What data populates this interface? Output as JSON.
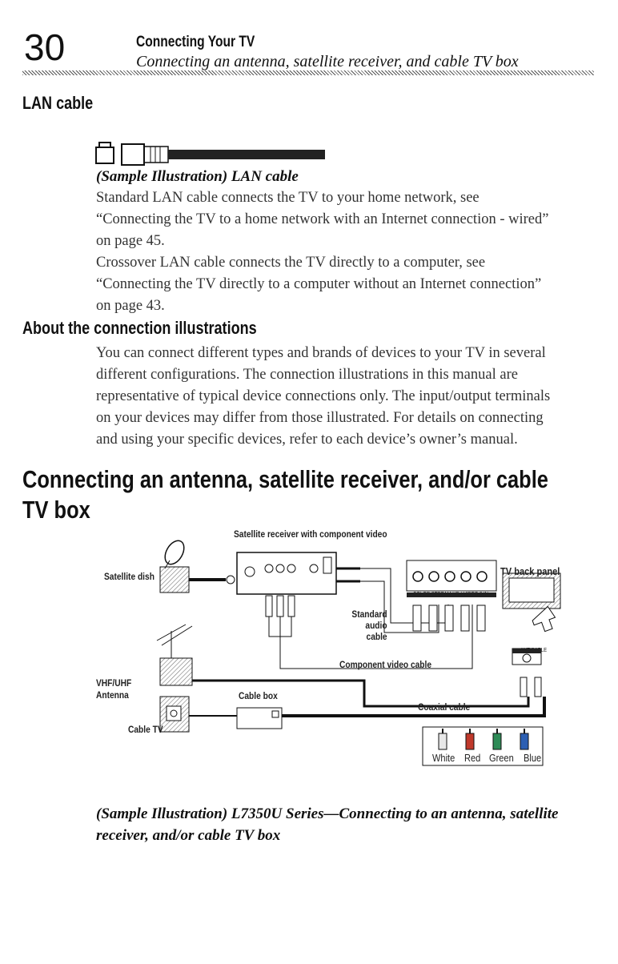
{
  "header": {
    "page_number": "30",
    "chapter_title": "Connecting Your TV",
    "section_subtitle": "Connecting an antenna, satellite receiver, and cable TV box"
  },
  "lan_section": {
    "heading": "LAN cable",
    "caption": "(Sample Illustration) LAN cable",
    "paragraph_1": "Standard LAN cable connects the TV to your home network, see “Connecting the TV to a home network with an Internet connection - wired” on page 45.",
    "paragraph_2": "Crossover LAN cable connects the TV directly to a computer, see “Connecting the TV directly to a computer without an Internet connection” on page 43."
  },
  "about_section": {
    "heading": "About the connection illustrations",
    "paragraph": "You can connect different types and brands of devices to your TV in several different configurations. The connection illustrations in this manual are representative of typical device connections only. The input/output terminals on your devices may differ from those illustrated. For details on connecting and using your specific devices, refer to each device’s owner’s manual."
  },
  "connect_section": {
    "heading": "Connecting an antenna, satellite receiver, and/or cable TV box"
  },
  "diagram": {
    "satellite_receiver_label": "Satellite receiver with component video",
    "satellite_dish_label": "Satellite dish",
    "tv_back_panel_label": "TV back panel",
    "standard_audio_cable_label": "Standard audio cable",
    "component_video_cable_label": "Component video cable",
    "vhf_uhf_antenna_label": "VHF/UHF Antenna",
    "cable_box_label": "Cable box",
    "coaxial_cable_label": "Coaxial cable",
    "cable_tv_label": "Cable TV",
    "ant_cable_port_label": "ANT/CABLE",
    "tv_jack_labels": "COLOR STREAM HD / VIDEO 2 IN",
    "legend_colors": [
      "White",
      "Red",
      "Green",
      "Blue"
    ],
    "plug_colors": [
      "#e8e8e8",
      "#c0392b",
      "#2e8b57",
      "#2c5fb3"
    ]
  },
  "figure_caption": "(Sample Illustration) L7350U Series—Connecting to an antenna, satellite receiver, and/or cable TV box"
}
